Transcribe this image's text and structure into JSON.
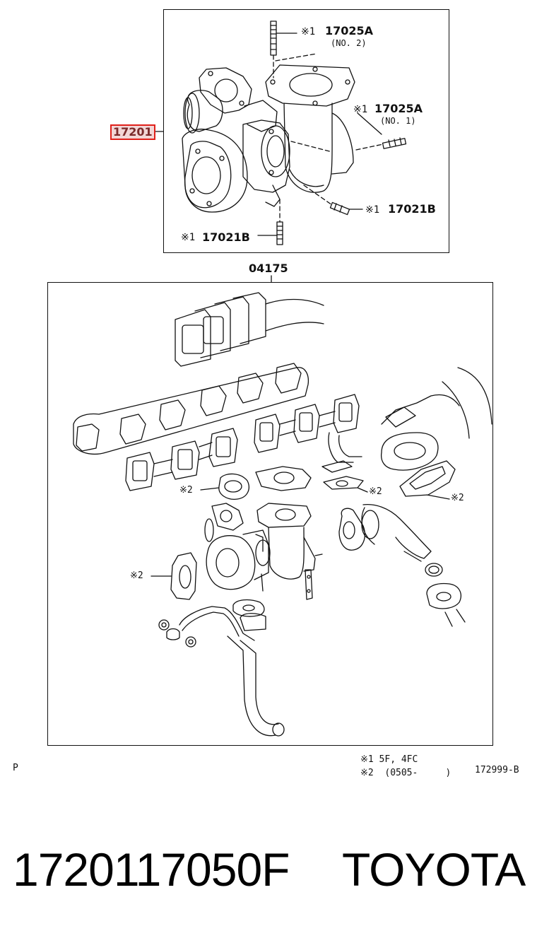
{
  "callouts": {
    "turbo_assembly": "17201",
    "stud_top": "17025A",
    "stud_top_sub": "(NO. 2)",
    "stud_right": "17025A",
    "stud_right_sub": "(NO. 1)",
    "stud_mid": "17021B",
    "stud_bottom": "17021B",
    "kit": "04175",
    "mark1": "※1",
    "mark2": "※2"
  },
  "footer": {
    "page_marker": "P",
    "note1": "※1  5F, 4FC",
    "note2": "※2  (0505-     )",
    "diagram_code": "172999-B"
  },
  "product": {
    "part_number": "1720117050F",
    "brand": "TOYOTA"
  },
  "colors": {
    "highlight_border": "#e0201a",
    "highlight_fill": "#f2d6d6",
    "highlight_text": "#7a2a2a",
    "line": "#111111"
  }
}
